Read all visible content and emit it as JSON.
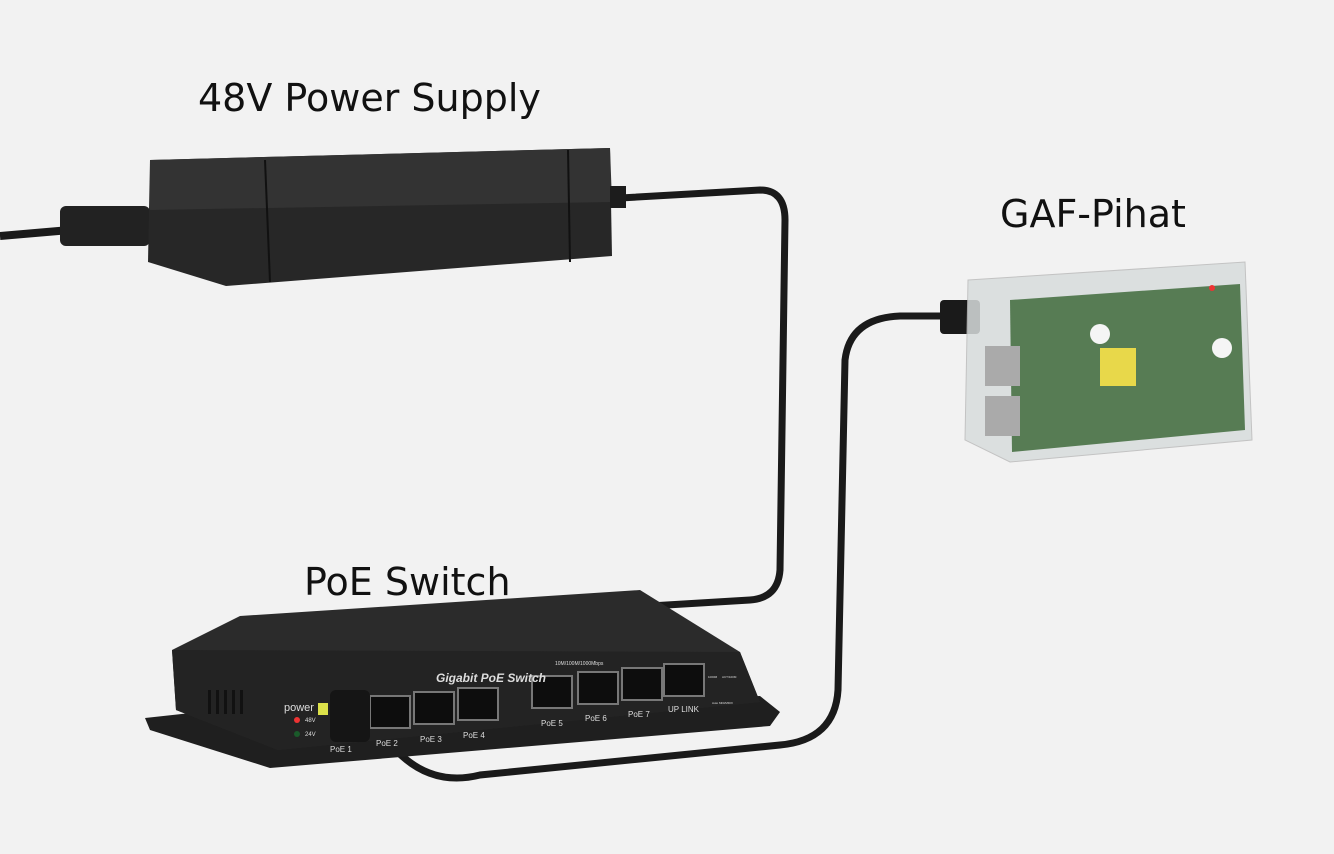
{
  "labels": {
    "power_supply": "48V Power Supply",
    "pihat": "GAF-Pihat",
    "switch": "PoE Switch"
  },
  "switch": {
    "brand_text": "Gigabit PoE Switch",
    "speed_text": "10M/100M/1000Mbps",
    "power_label": "power",
    "led_48v": "48V",
    "led_24v": "24V",
    "ports": [
      "PoE 1",
      "PoE 2",
      "PoE 3",
      "PoE 4",
      "PoE 5",
      "PoE 6",
      "PoE 7",
      "UP LINK"
    ],
    "mode_labels": [
      "1000M",
      "ACT/100M"
    ],
    "mdi_text": "Auto MDI/MDIX"
  },
  "colors": {
    "background": "#f2f2f2",
    "device": "#2a2a2a",
    "cable": "#1a1a1a",
    "pcb": "#3f6b3c",
    "led_red": "#e33",
    "led_green": "#1a5a2a"
  }
}
